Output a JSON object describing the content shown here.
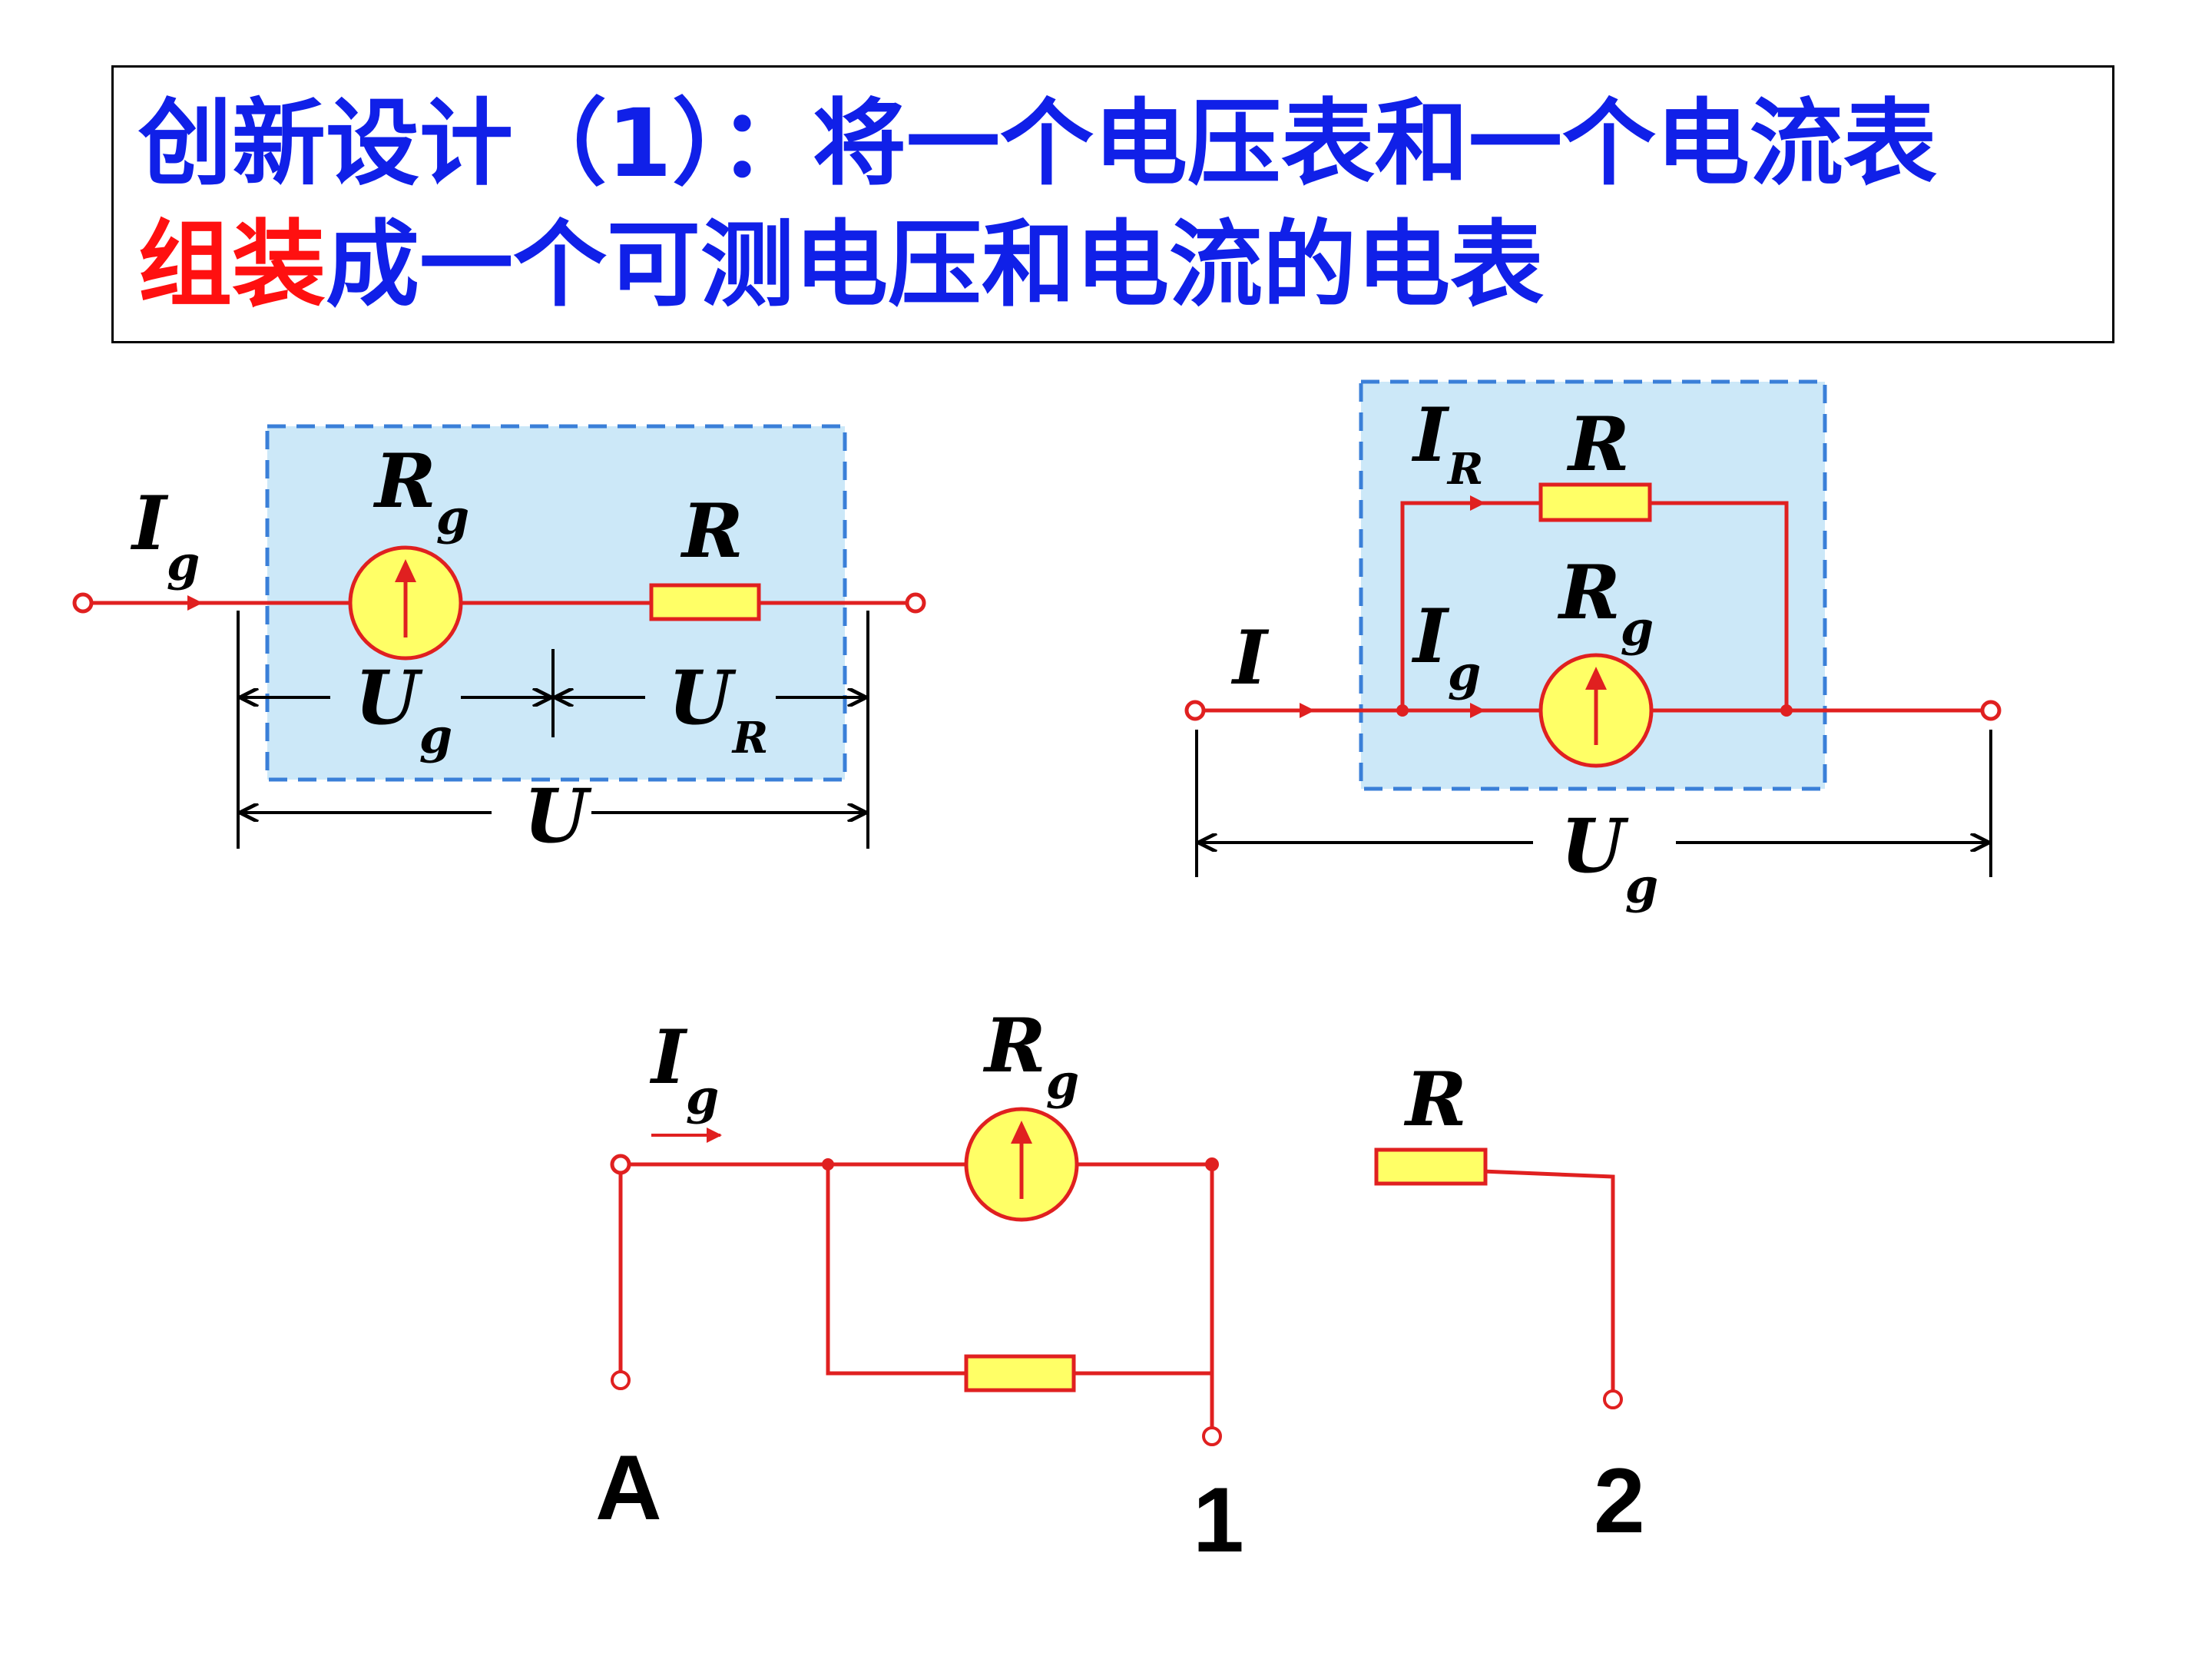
{
  "title": {
    "line1": "创新设计（1）：将一个电压表和一个电流表",
    "line2_red": "组装",
    "line2_rest": "成一个可测电压和电流的电表"
  },
  "colors": {
    "wire": "#e02020",
    "box_fill": "#cce8f8",
    "box_border": "#3a7fd8",
    "component": "#ffff66",
    "title_blue": "#1020e8",
    "title_red": "#ff1010"
  },
  "diagram_left": {
    "current": {
      "main": "I",
      "sub": "g"
    },
    "meter": {
      "main": "R",
      "sub": "g"
    },
    "resistor": {
      "main": "R"
    },
    "voltage_g": {
      "main": "U",
      "sub": "g"
    },
    "voltage_r": {
      "main": "U",
      "sub": "R"
    },
    "voltage_total": {
      "main": "U"
    }
  },
  "diagram_right": {
    "current_r": {
      "main": "I",
      "sub": "R"
    },
    "resistor": {
      "main": "R"
    },
    "meter": {
      "main": "R",
      "sub": "g"
    },
    "current_g": {
      "main": "I",
      "sub": "g"
    },
    "current_total": {
      "main": "I"
    },
    "voltage": {
      "main": "U",
      "sub": "g"
    }
  },
  "diagram_bottom": {
    "current": {
      "main": "I",
      "sub": "g"
    },
    "meter": {
      "main": "R",
      "sub": "g"
    },
    "resistor": {
      "main": "R"
    },
    "terminals": [
      "A",
      "1",
      "2"
    ]
  }
}
